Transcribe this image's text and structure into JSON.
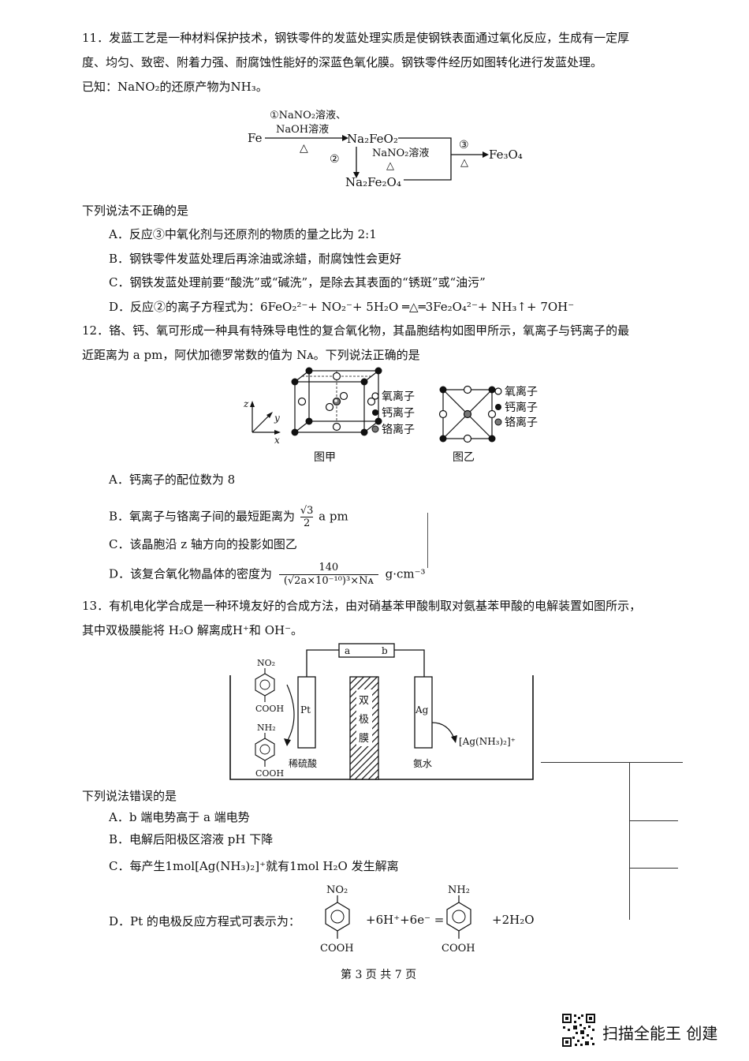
{
  "q11": {
    "stem_line1": "11．发蓝工艺是一种材料保护技术，钢铁零件的发蓝处理实质是使钢铁表面通过氧化反应，生成有一定厚",
    "stem_line2": "度、均匀、致密、附着力强、耐腐蚀性能好的深蓝色氧化膜。钢铁零件经历如图转化进行发蓝处理。",
    "stem_line3": "已知：NaNO₂的还原产物为NH₃。",
    "flow": {
      "fe": "Fe",
      "step1_line1": "①NaNO₂溶液、",
      "step1_line2": "NaOH溶液",
      "heat": "△",
      "na2feo2": "Na₂FeO₂",
      "step2": "②",
      "step2_reagent": "NaNO₂溶液",
      "na2fe2o4": "Na₂Fe₂O₄",
      "step3": "③",
      "fe3o4": "Fe₃O₄"
    },
    "question": "下列说法不正确的是",
    "options": [
      "A．反应③中氧化剂与还原剂的物质的量之比为 2:1",
      "B．钢铁零件发蓝处理后再涂油或涂蜡，耐腐蚀性会更好",
      "C．钢铁发蓝处理前要“酸洗”或“碱洗”，是除去其表面的“锈斑”或“油污”",
      "D．反应②的离子方程式为：6FeO₂²⁻+ NO₂⁻+ 5H₂O ═△═3Fe₂O₄²⁻+ NH₃↑+ 7OH⁻"
    ]
  },
  "q12": {
    "stem_line1": "12．铬、钙、氧可形成一种具有特殊导电性的复合氧化物，其晶胞结构如图甲所示，氧离子与钙离子的最",
    "stem_line2": "近距离为 a pm，阿伏加德罗常数的值为 Nᴀ。下列说法正确的是",
    "fig_jia": {
      "caption": "图甲",
      "axis_z": "z",
      "axis_y": "y",
      "axis_x": "x",
      "legend": [
        "氧离子",
        "钙离子",
        "铬离子"
      ]
    },
    "fig_yi": {
      "caption": "图乙",
      "legend": [
        "氧离子",
        "钙离子",
        "铬离子"
      ]
    },
    "options": {
      "a": "A．钙离子的配位数为 8",
      "b_prefix": "B．氧离子与铬离子间的最短距离为",
      "b_num": "√3",
      "b_den": "2",
      "b_suffix": "a pm",
      "c": "C．该晶胞沿 z 轴方向的投影如图乙",
      "d_prefix": "D．该复合氧化物晶体的密度为",
      "d_num": "140",
      "d_den": "(√2a×10⁻¹⁰)³×Nᴀ",
      "d_unit": "g·cm⁻³"
    }
  },
  "q13": {
    "stem_line1": "13．有机电化学合成是一种环境友好的合成方法，由对硝基苯甲酸制取对氨基苯甲酸的电解装置如图所示，",
    "stem_line2": "其中双极膜能将 H₂O 解离成H⁺和 OH⁻。",
    "apparatus": {
      "terminal_a": "a",
      "terminal_b": "b",
      "no2": "NO₂",
      "cooh": "COOH",
      "nh2": "NH₂",
      "pt": "Pt",
      "ag": "Ag",
      "membrane": [
        "双",
        "极",
        "膜"
      ],
      "left_solution": "稀硫酸",
      "right_solution": "氨水",
      "complex": "[Ag(NH₃)₂]⁺"
    },
    "question": "下列说法错误的是",
    "options": {
      "a": "A．b 端电势高于 a 端电势",
      "b": "B．电解后阳极区溶液 pH 下降",
      "c": "C．每产生1mol[Ag(NH₃)₂]⁺就有1mol H₂O 发生解离",
      "d_prefix": "D．Pt 的电极反应方程式可表示为：",
      "d_middle": "+6H⁺+6e⁻ =",
      "d_suffix": "+2H₂O"
    }
  },
  "footer": {
    "page": "第 3 页 共 7 页",
    "brand": "扫描全能王  创建"
  }
}
